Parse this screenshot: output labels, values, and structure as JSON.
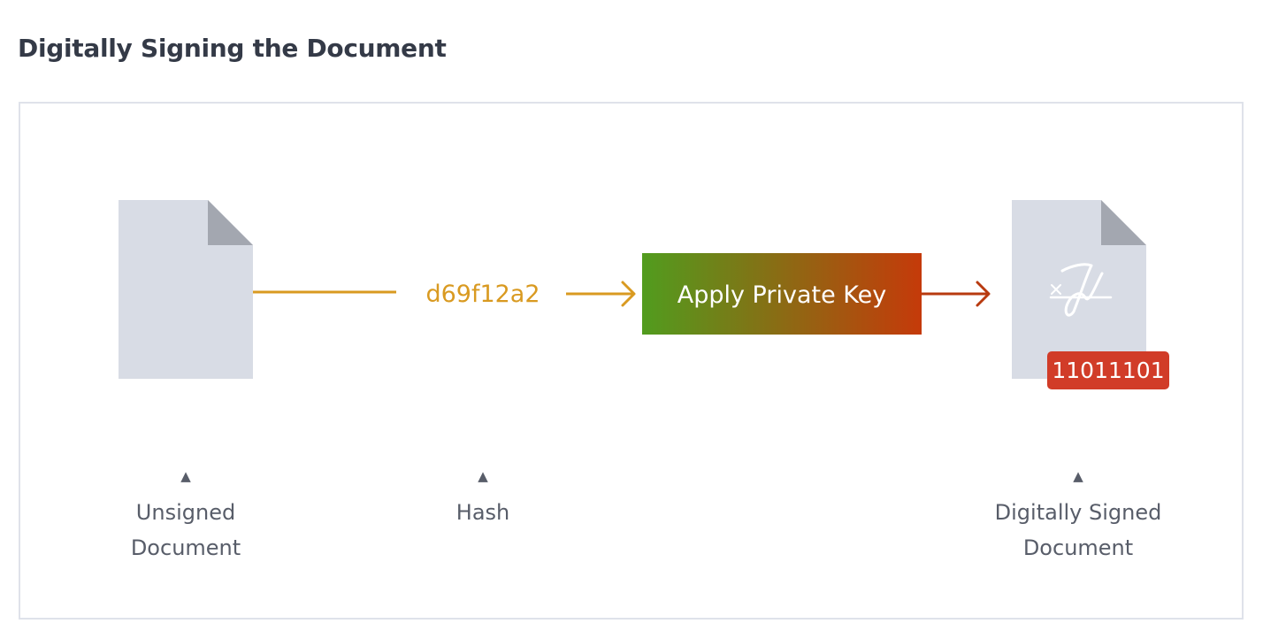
{
  "title": "Digitally Signing the Document",
  "hash": {
    "value": "d69f12a2",
    "caption": "Hash"
  },
  "private_key": {
    "label": "Apply Private Key"
  },
  "unsigned_doc": {
    "caption_line1": "Unsigned",
    "caption_line2": "Document"
  },
  "signed_doc": {
    "badge": "11011101",
    "caption_line1": "Digitally Signed",
    "caption_line2": "Document"
  },
  "pointer_glyph": "▲",
  "colors": {
    "hash": "#d99a21",
    "key_gradient_start": "#519c1e",
    "key_gradient_end": "#c53a0a",
    "signed_arrow": "#b83a0f",
    "badge": "#d13c28",
    "document": "#d8dce5",
    "document_fold": "#a3a7b0"
  },
  "icons": [
    "unsigned-document-icon",
    "signed-document-icon",
    "signature-icon"
  ]
}
